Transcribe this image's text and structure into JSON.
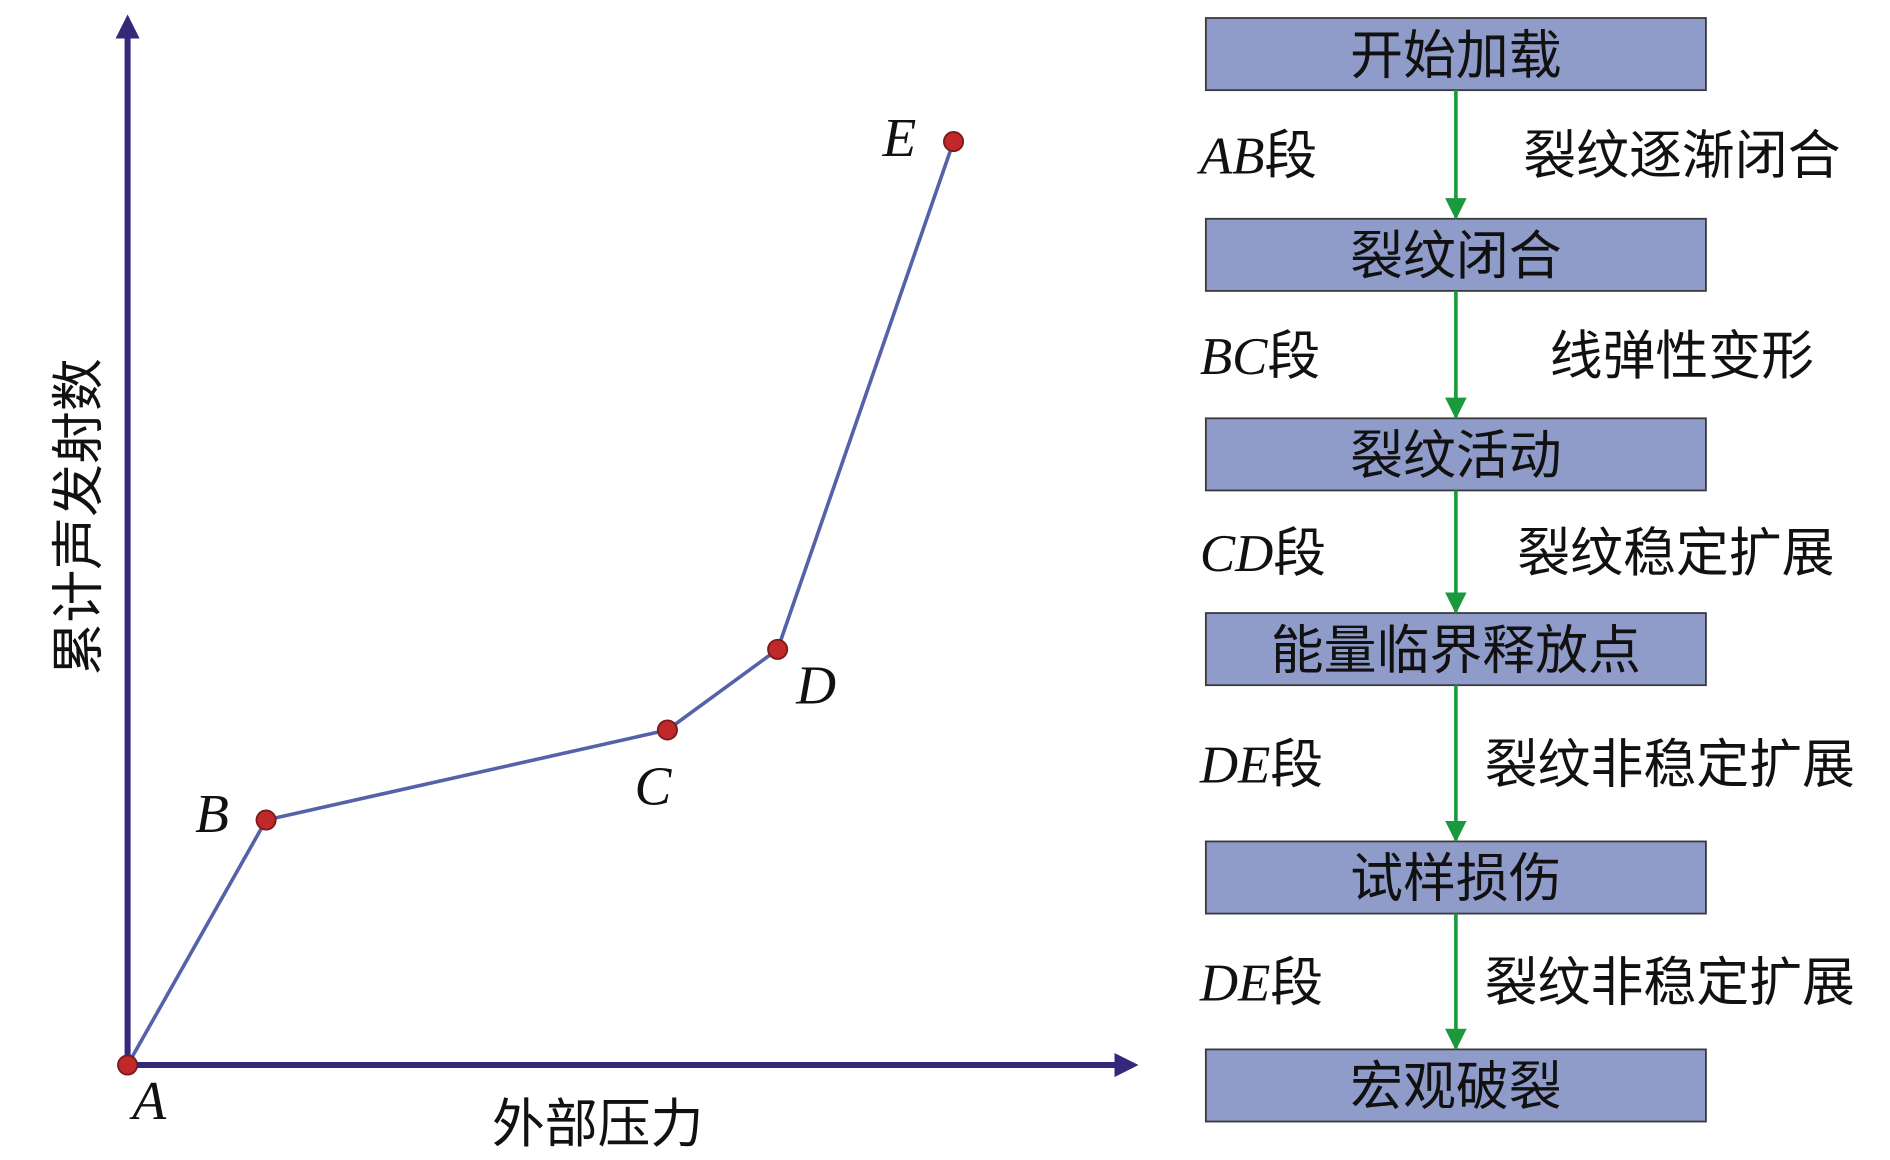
{
  "chart_data": {
    "type": "line",
    "xlabel": "外部压力",
    "ylabel": "累计声发射数",
    "xlim": [
      0,
      1
    ],
    "ylim": [
      0,
      1
    ],
    "grid": false,
    "points": [
      {
        "label": "A",
        "x": 0,
        "y": 0
      },
      {
        "label": "B",
        "x": 0.137,
        "y": 0.234
      },
      {
        "label": "C",
        "x": 0.534,
        "y": 0.32
      },
      {
        "label": "D",
        "x": 0.643,
        "y": 0.397
      },
      {
        "label": "E",
        "x": 0.817,
        "y": 0.882
      }
    ],
    "colors": {
      "axis": "#33287a",
      "line": "#5561a8",
      "marker": "#c0282a"
    }
  },
  "flow": {
    "stages": [
      "开始加载",
      "裂纹闭合",
      "裂纹活动",
      "能量临界释放点",
      "试样损伤",
      "宏观破裂"
    ],
    "segments": [
      {
        "label_it": "AB",
        "label_cn": "段",
        "desc": "裂纹逐渐闭合"
      },
      {
        "label_it": "BC",
        "label_cn": "段",
        "desc": "线弹性变形"
      },
      {
        "label_it": "CD",
        "label_cn": "段",
        "desc": "裂纹稳定扩展"
      },
      {
        "label_it": "DE",
        "label_cn": "段",
        "desc": "裂纹非稳定扩展"
      },
      {
        "label_it": "DE",
        "label_cn": "段",
        "desc": "裂纹非稳定扩展"
      }
    ],
    "colors": {
      "box": "#8f9cca",
      "arrow": "#1a9a3c"
    }
  }
}
